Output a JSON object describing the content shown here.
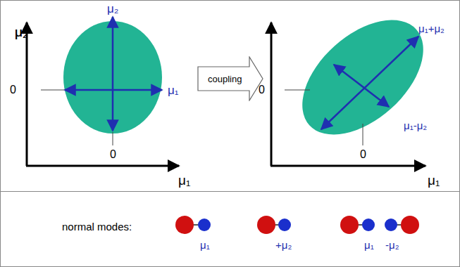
{
  "diagram": {
    "nodes": [
      {
        "text": [
          "coupling"
        ]
      }
    ],
    "labels": [
      "μ₂",
      "0",
      "0",
      "μ₁",
      "μ₂",
      "μ₁",
      "μ₂",
      "0",
      "0",
      "μ₁",
      "μ₁+μ₂",
      "μ₁-μ₂",
      "normal modes:",
      "μ₁",
      "+μ₂",
      "μ₁",
      "-μ₂"
    ]
  }
}
